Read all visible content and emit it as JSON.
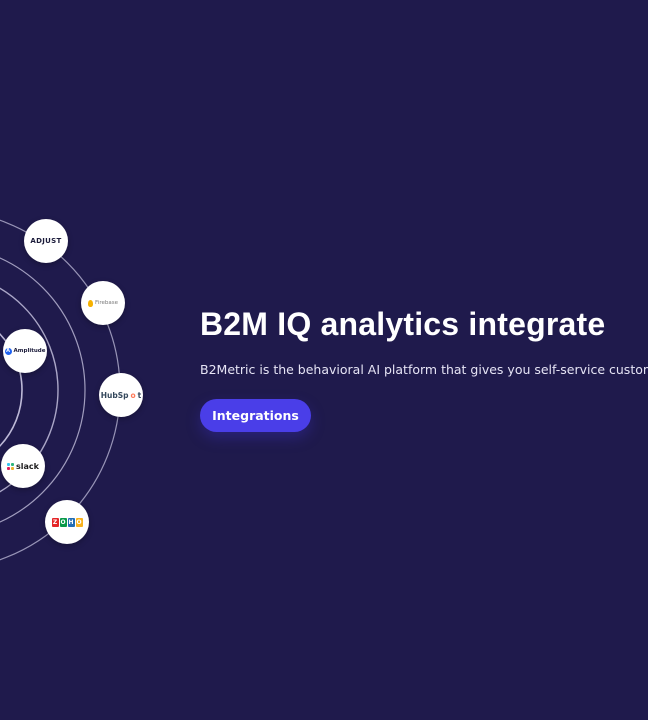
{
  "colors": {
    "background": "#1f1a4c",
    "accent": "#4a3ee8",
    "text": "#ffffff"
  },
  "hero": {
    "title": "B2M IQ analytics integrate",
    "subtitle": "B2Metric is the behavioral AI platform that gives you self-service custom",
    "cta_label": "Integrations"
  },
  "integrations": {
    "adjust": "ADJUST",
    "firebase": "Firebase",
    "amplitude": "Amplitude",
    "hubspot_prefix": "HubSp",
    "hubspot_o": "o",
    "hubspot_suffix": "t",
    "slack": "slack",
    "zoho": [
      "Z",
      "O",
      "H",
      "O"
    ]
  },
  "icons": {
    "firebase": "firebase-flame-icon",
    "amplitude": "amplitude-a-icon",
    "slack": "slack-hash-icon",
    "zoho": "zoho-tiles-icon"
  }
}
